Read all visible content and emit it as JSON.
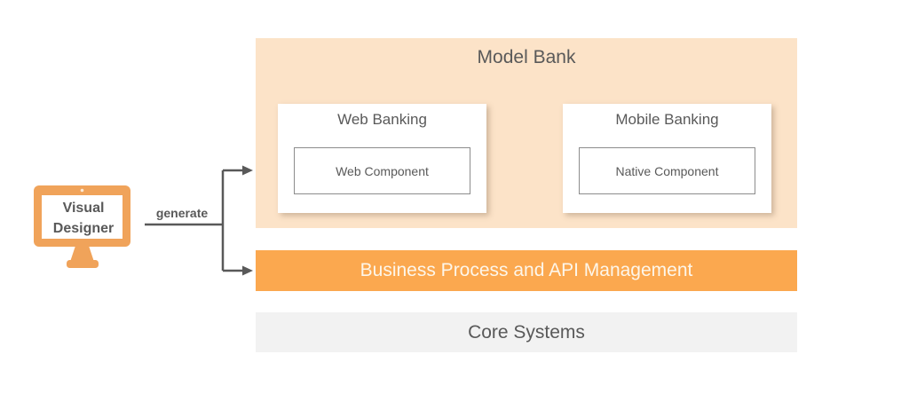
{
  "source": {
    "label": "Visual\nDesigner"
  },
  "arrow": {
    "label": "generate"
  },
  "model_bank": {
    "title": "Model Bank",
    "cards": [
      {
        "title": "Web Banking",
        "component": "Web Component"
      },
      {
        "title": "Mobile Banking",
        "component": "Native Component"
      }
    ]
  },
  "middleware_bar": {
    "label": "Business Process and API Management"
  },
  "core_bar": {
    "label": "Core Systems"
  },
  "colors": {
    "accent_orange": "#FBA84F",
    "panel_peach": "#FCE3C8",
    "panel_gray": "#F2F2F2",
    "monitor_orange": "#F0A35A",
    "text_gray": "#595959",
    "bar_text_cream": "#FDF6EA",
    "arrow_gray": "#595959",
    "component_border": "#8C8C8C"
  }
}
